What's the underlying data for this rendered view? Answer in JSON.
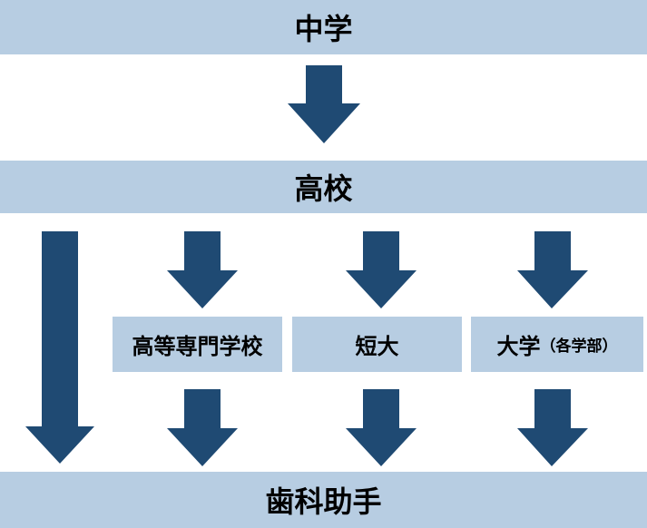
{
  "nodes": {
    "junior_high": "中学",
    "high_school": "高校",
    "vocational": "高等専門学校",
    "junior_college": "短大",
    "university": "大学",
    "university_note": "（各学部）",
    "dental_assistant": "歯科助手"
  },
  "colors": {
    "band": "#b7cde2",
    "arrow": "#1f4a73"
  }
}
